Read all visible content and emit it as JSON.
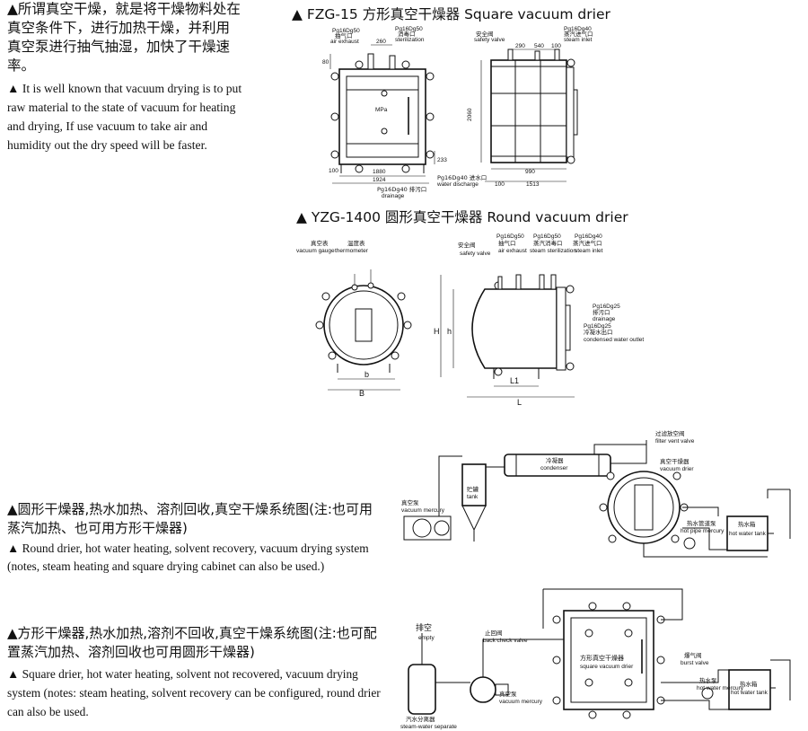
{
  "intro": {
    "cn": "▲所谓真空干燥，就是将干燥物料处在真空条件下，进行加热干燥，并利用真空泵进行抽气抽湿，加快了干燥速率。",
    "en": "▲ It is well known that vacuum drying is to put raw material to the state of vacuum for heating and drying, If use vacuum to take air and humidity out the dry speed will be faster."
  },
  "fzg": {
    "title": "▲ FZG-15 方形真空干燥器  Square vacuum drier",
    "labels": {
      "pg50_cn": "Pg16Dg50",
      "pg50_cn2": "抽气口",
      "air_exhaust": "air exhaust",
      "pg50b": "Pg16Dg50",
      "pg50b_cn": "消毒口",
      "sterilization": "sterilization",
      "dim_260": "260",
      "dim_80": "80",
      "mpa": "MPa",
      "dim_1880": "1880",
      "dim_233": "233",
      "dim_100": "100",
      "dim_1924": "1924",
      "pg40": "Pg16Dg40 排污口",
      "drainage": "drainage",
      "safety_cn": "安全阀",
      "safety_valve": "safety valve",
      "dim_290": "290",
      "dim_540": "540",
      "dim_100b": "100",
      "steam_pg": "Pg16Dg40",
      "steam_cn": "蒸汽进气口",
      "steam_inlet": "steam inlet",
      "dim_2060": "2060",
      "water_pg": "Pg16Dg40 进水口",
      "water_discharge": "water discharge",
      "dim_990": "990",
      "dim_100c": "100",
      "dim_1513": "1513"
    }
  },
  "yzg": {
    "title": "▲ YZG-1400 圆形真空干燥器 Round vacuum drier",
    "labels": {
      "vac_cn": "真空表",
      "temp_cn": "温度表",
      "vacuum_gauge": "vacuum gauge",
      "thermometer": "thermometer",
      "dim_b": "b",
      "dim_B": "B",
      "safety_cn": "安全阀",
      "safety_valve": "safety valve",
      "air_pg": "Pg16Dg50",
      "air_cn": "抽气口",
      "air_exhaust": "air exhaust",
      "ster_pg": "Pg16Dg50",
      "ster_cn": "蒸汽消毒口",
      "steam_sterilization": "steam sterilization",
      "steam_pg": "Pg16Dg40",
      "steam_cn": "蒸汽进气口",
      "steam_inlet": "steam inlet",
      "drain_pg": "Pg16Dg25",
      "drain_cn": "排污口",
      "drainage": "drainage",
      "cond_pg": "Pg16Dg25",
      "cond_cn": "冷凝水出口",
      "condensed_water_outlet": "condensed water outlet",
      "dim_H": "H",
      "dim_h": "h",
      "dim_L1": "L1",
      "dim_L": "L"
    }
  },
  "system1": {
    "cn": "▲圆形干燥器,热水加热、溶剂回收,真空干燥系统图(注:也可用蒸汽加热、也可用方形干燥器)",
    "en": "▲ Round drier, hot water heating, solvent recovery, vacuum drying system (notes, steam heating and square drying cabinet can also be used.)",
    "labels": {
      "filter_cn": "过滤放空阀",
      "filter_vent_valve": "filter vent valve",
      "condenser_cn": "冷凝器",
      "condenser": "condenser",
      "dryer_cn": "真空干燥器",
      "vacuum_drier": "vacuum drier",
      "pump_cn": "真空泵",
      "vacuum_mercury": "vacuum mercury",
      "tank_cn": "贮罐",
      "tank": "tank",
      "hotpipe_cn": "热水管道泵",
      "hot_pipe_mercury": "hot pipe mercury",
      "hotwater_cn": "热水箱",
      "hot_water_tank": "hot water tank"
    }
  },
  "system2": {
    "cn": "▲方形干燥器,热水加热,溶剂不回收,真空干燥系统图(注:也可配置蒸汽加热、溶剂回收也可用圆形干燥器)",
    "en": "▲ Square drier, hot water heating, solvent not recovered, vacuum drying system (notes: steam heating, solvent recovery can be configured, round drier can also be used.",
    "labels": {
      "empty_cn": "排空",
      "empty": "empty",
      "check_cn": "止回阀",
      "back_check_valve": "back check valve",
      "drier_cn": "方形真空干燥器",
      "square_vacuum_drier": "square vacuum drier",
      "burst_cn": "爆气阀",
      "burst_valve": "burst valve",
      "pump_cn": "真空泵",
      "vacuum_mercury": "vacuum mercury",
      "hotwater_cn": "热水泵",
      "hot_water_mercury": "hot water mercury",
      "tank_cn": "热水箱",
      "hot_water_tank": "hot water tank",
      "separate_cn": "汽水分离器",
      "steam_water_separate": "steam-water separate"
    }
  }
}
